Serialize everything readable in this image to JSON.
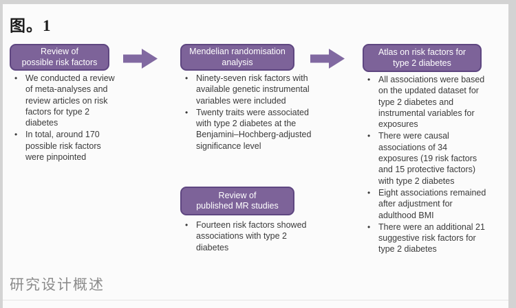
{
  "page": {
    "title": "图。1",
    "caption": "研究设计概述"
  },
  "colors": {
    "box_fill": "#7d6399",
    "box_border": "#5e4680",
    "arrow": "#8169a1",
    "text": "#3a3a3a",
    "caption": "#8b8b8b"
  },
  "flow": {
    "column1": {
      "header": "Review of\npossible risk factors",
      "bullets": [
        "We conducted a review of meta-analyses and review articles on risk factors for type 2 diabetes",
        "In total, around 170 possible risk factors were pinpointed"
      ]
    },
    "column2": {
      "header": "Mendelian randomisation\nanalysis",
      "bullets": [
        "Ninety-seven risk factors with available genetic instrumental variables were included",
        "Twenty traits were associated with type 2 diabetes at the Benjamini–Hochberg-adjusted significance level"
      ],
      "sub_header": "Review of\npublished MR studies",
      "sub_bullets": [
        "Fourteen risk factors showed associations with type 2 diabetes"
      ]
    },
    "column3": {
      "header": "Atlas on risk factors for\ntype 2 diabetes",
      "bullets": [
        "All associations were based on the updated dataset for type 2 diabetes and instrumental variables for exposures",
        "There were causal associations of 34 exposures (19 risk factors and 15 protective factors) with type 2 diabetes",
        "Eight associations remained after adjustment for adulthood BMI",
        "There were an additional 21 suggestive risk factors for type 2 diabetes"
      ]
    }
  }
}
